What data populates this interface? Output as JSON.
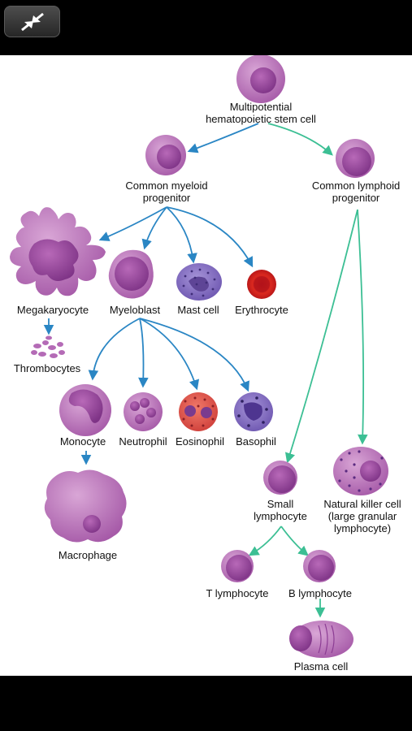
{
  "toolbar": {
    "exit_fullscreen_icon": "exit-fullscreen-icon"
  },
  "colors": {
    "myeloid_arrow": "#2a86c4",
    "lymphoid_arrow": "#3cbf94",
    "cell": "#b46bb6",
    "nucleus": "#8c3d94"
  },
  "labels": {
    "stem_l1": "Multipotential",
    "stem_l2": "hematopoietic stem cell",
    "myeloid_l1": "Common myeloid",
    "myeloid_l2": "progenitor",
    "lymphoid_l1": "Common lymphoid",
    "lymphoid_l2": "progenitor",
    "megakaryocyte": "Megakaryocyte",
    "myeloblast": "Myeloblast",
    "mast": "Mast cell",
    "erythrocyte": "Erythrocyte",
    "thrombocytes": "Thrombocytes",
    "monocyte": "Monocyte",
    "neutrophil": "Neutrophil",
    "eosinophil": "Eosinophil",
    "basophil": "Basophil",
    "macrophage": "Macrophage",
    "small_l1": "Small",
    "small_l2": "lymphocyte",
    "nk_l1": "Natural killer cell",
    "nk_l2": "(large granular",
    "nk_l3": "lymphocyte)",
    "t_lymph": "T lymphocyte",
    "b_lymph": "B lymphocyte",
    "plasma": "Plasma cell"
  }
}
